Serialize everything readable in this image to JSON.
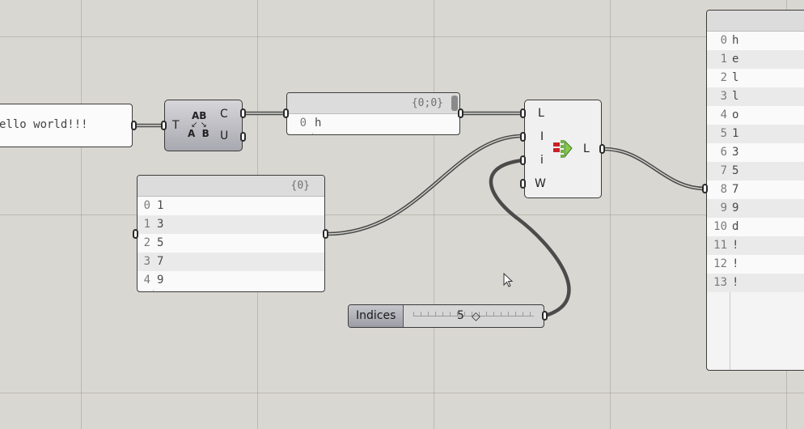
{
  "text_panel": {
    "value": "ello world!!!"
  },
  "text_split": {
    "input_label": "T",
    "output_c": "C",
    "output_u": "U",
    "icon_top": "AB",
    "icon_bottom": "A  B"
  },
  "char_panel": {
    "header": "{0;0}",
    "rows": [
      {
        "i": "0",
        "v": "h"
      }
    ]
  },
  "indices_panel": {
    "header": "{0}",
    "rows": [
      {
        "i": "0",
        "v": "1"
      },
      {
        "i": "1",
        "v": "3"
      },
      {
        "i": "2",
        "v": "5"
      },
      {
        "i": "3",
        "v": "7"
      },
      {
        "i": "4",
        "v": "9"
      }
    ]
  },
  "list_insert": {
    "in_l": "L",
    "in_I": "I",
    "in_i": "i",
    "in_w": "W",
    "out_l": "L"
  },
  "slider": {
    "label": "Indices",
    "value": "5"
  },
  "result_panel": {
    "rows": [
      {
        "i": "0",
        "v": "h"
      },
      {
        "i": "1",
        "v": "e"
      },
      {
        "i": "2",
        "v": "l"
      },
      {
        "i": "3",
        "v": "l"
      },
      {
        "i": "4",
        "v": "o"
      },
      {
        "i": "5",
        "v": "1"
      },
      {
        "i": "6",
        "v": "3"
      },
      {
        "i": "7",
        "v": "5"
      },
      {
        "i": "8",
        "v": "7"
      },
      {
        "i": "9",
        "v": "9"
      },
      {
        "i": "10",
        "v": "d"
      },
      {
        "i": "11",
        "v": "!"
      },
      {
        "i": "12",
        "v": "!"
      },
      {
        "i": "13",
        "v": "!"
      }
    ]
  },
  "colors": {
    "wire": "#4b4b4b",
    "canvas": "#d9d7d1",
    "component": "#b0b0b8"
  }
}
